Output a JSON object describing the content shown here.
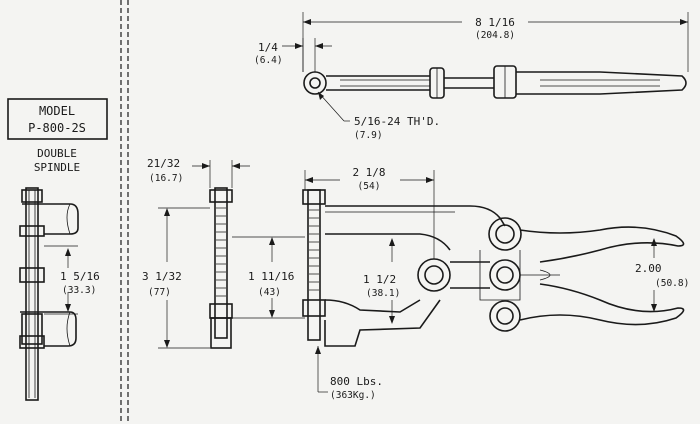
{
  "model_box": {
    "line1": "MODEL",
    "line2": "P-800-2S"
  },
  "subtitle": {
    "line1": "DOUBLE",
    "line2": "SPINDLE"
  },
  "dims": {
    "overall_len": {
      "in": "8 1/16",
      "mm": "(204.8)"
    },
    "quarter": {
      "in": "1/4",
      "mm": "(6.4)"
    },
    "thread": {
      "in": "5/16-24 TH'D.",
      "mm": "(7.9)"
    },
    "d_2132": {
      "in": "21/32",
      "mm": "(16.7)"
    },
    "d_218": {
      "in": "2 1/8",
      "mm": "(54)"
    },
    "d_1516": {
      "in": "1 5/16",
      "mm": "(33.3)"
    },
    "d_3132": {
      "in": "3 1/32",
      "mm": "(77)"
    },
    "d_11116": {
      "in": "1 11/16",
      "mm": "(43)"
    },
    "d_112": {
      "in": "1 1/2",
      "mm": "(38.1)"
    },
    "d_200": {
      "in": "2.00",
      "mm": "(50.8)"
    },
    "force": {
      "lbs": "800 Lbs.",
      "kg": "(363Kg.)"
    }
  }
}
